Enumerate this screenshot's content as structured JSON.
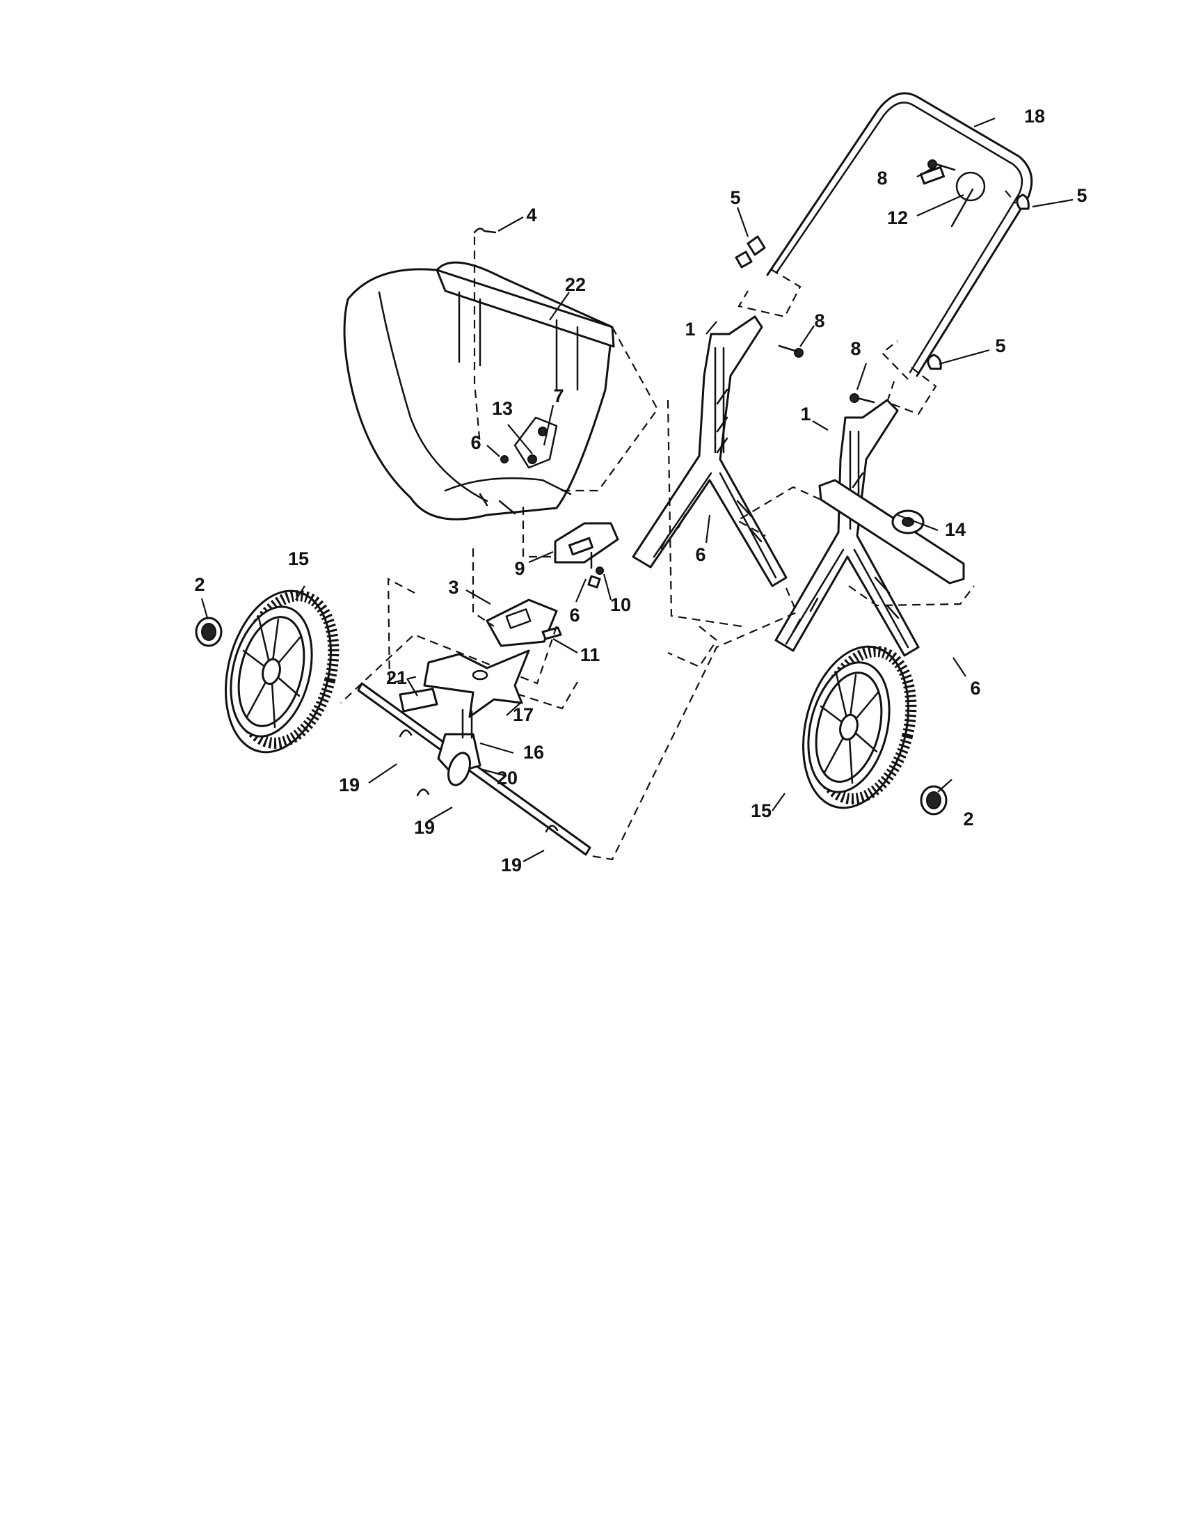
{
  "callouts": [
    {
      "id": "c1a",
      "text": "1"
    },
    {
      "id": "c1b",
      "text": "1"
    },
    {
      "id": "c2a",
      "text": "2"
    },
    {
      "id": "c2b",
      "text": "2"
    },
    {
      "id": "c3",
      "text": "3"
    },
    {
      "id": "c4",
      "text": "4"
    },
    {
      "id": "c5a",
      "text": "5"
    },
    {
      "id": "c5b",
      "text": "5"
    },
    {
      "id": "c5c",
      "text": "5"
    },
    {
      "id": "c6a",
      "text": "6"
    },
    {
      "id": "c6b",
      "text": "6"
    },
    {
      "id": "c6c",
      "text": "6"
    },
    {
      "id": "c6d",
      "text": "6"
    },
    {
      "id": "c7",
      "text": "7"
    },
    {
      "id": "c8a",
      "text": "8"
    },
    {
      "id": "c8b",
      "text": "8"
    },
    {
      "id": "c8c",
      "text": "8"
    },
    {
      "id": "c9",
      "text": "9"
    },
    {
      "id": "c10",
      "text": "10"
    },
    {
      "id": "c11",
      "text": "11"
    },
    {
      "id": "c12",
      "text": "12"
    },
    {
      "id": "c13",
      "text": "13"
    },
    {
      "id": "c14",
      "text": "14"
    },
    {
      "id": "c15a",
      "text": "15"
    },
    {
      "id": "c15b",
      "text": "15"
    },
    {
      "id": "c16",
      "text": "16"
    },
    {
      "id": "c17",
      "text": "17"
    },
    {
      "id": "c18",
      "text": "18"
    },
    {
      "id": "c19a",
      "text": "19"
    },
    {
      "id": "c19b",
      "text": "19"
    },
    {
      "id": "c19c",
      "text": "19"
    },
    {
      "id": "c20",
      "text": "20"
    },
    {
      "id": "c21",
      "text": "21"
    },
    {
      "id": "c22",
      "text": "22"
    }
  ]
}
